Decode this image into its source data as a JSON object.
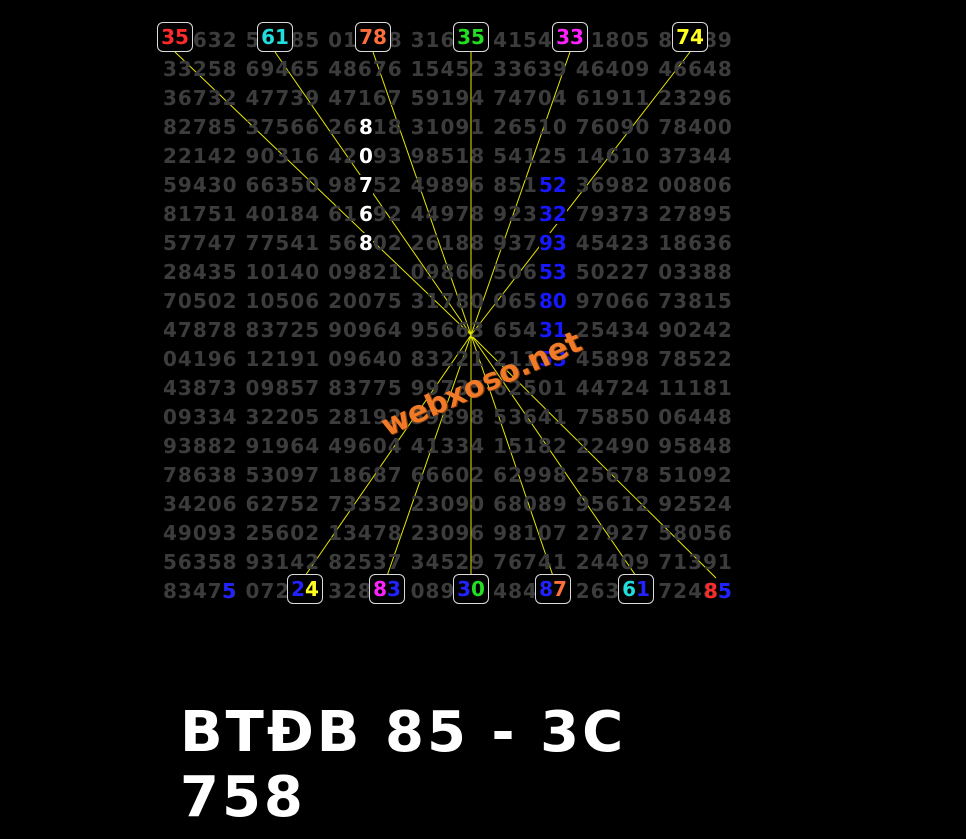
{
  "grid": [
    "39632 58285 01678 31685 41543 81805 81589",
    "33258 69465 48676 15452 33639 46409 46648",
    "36732 47739 47167 59194 74704 61911 23296",
    "82785 37566 26818 31091 26510 76090 78400",
    "22142 90316 42093 98518 54125 14610 37344",
    "59430 66350 98752 49896 85152 36982 00806",
    "81751 40184 61692 44978 92332 79373 27895",
    "57747 77541 56802 26188 93793 45423 18636",
    "28435 10140 09821 09866 50653 50227 03388",
    "70502 10506 20075 31780 06580 97066 73815",
    "47878 83725 90964 95663 65431 25434 90242",
    "04196 12191 09640 83221 21153 45898 78522",
    "43873 09857 83775 99735 62501 44724 11181",
    "09334 32205 28192 59898 53641 75850 06448",
    "93882 91964 49604 41334 15182 22490 95848",
    "78638 53097 18687 66602 62998 25678 51092",
    "34206 62752 73352 23090 68089 95612 92524",
    "49093 25602 13478 23096 98107 27927 58056",
    "56358 93142 82537 34529 76741 24409 71391",
    "83475 07224 32883 08930 48487 26361 72485"
  ],
  "top_boxes": [
    {
      "d1": "3",
      "c1": "#ff2a2a",
      "d2": "5",
      "c2": "#ff2a2a"
    },
    {
      "d1": "6",
      "c1": "#22dddd",
      "d2": "1",
      "c2": "#22dddd"
    },
    {
      "d1": "7",
      "c1": "#ff6f3c",
      "d2": "8",
      "c2": "#ff6f3c"
    },
    {
      "d1": "3",
      "c1": "#22dd22",
      "d2": "5",
      "c2": "#22dd22"
    },
    {
      "d1": "3",
      "c1": "#ff22ff",
      "d2": "3",
      "c2": "#ff22ff"
    },
    {
      "d1": "7",
      "c1": "#ffff22",
      "d2": "4",
      "c2": "#ffff22"
    }
  ],
  "bottom_boxes": [
    {
      "d1": "2",
      "c1": "#2222ff",
      "d2": "4",
      "c2": "#ffff22"
    },
    {
      "d1": "8",
      "c1": "#ff22ff",
      "d2": "3",
      "c2": "#2222ff"
    },
    {
      "d1": "3",
      "c1": "#2222ff",
      "d2": "0",
      "c2": "#22dd22"
    },
    {
      "d1": "8",
      "c1": "#2222ff",
      "d2": "7",
      "c2": "#ff6f3c"
    },
    {
      "d1": "6",
      "c1": "#22dddd",
      "d2": "1",
      "c2": "#2222ff"
    }
  ],
  "bottom_extra": {
    "d1": "8",
    "c1": "#ff2a2a",
    "d2": "5",
    "c2": "#2222ff"
  },
  "bottom_left_digit": {
    "d": "5",
    "c": "#2222ff"
  },
  "white_column": [
    "8",
    "0",
    "7",
    "6",
    "8"
  ],
  "blue_column": [
    "52",
    "32",
    "93",
    "53",
    "80",
    "31",
    "53"
  ],
  "watermark": "webxoso.net",
  "caption": "BTĐB 85 - 3C 758"
}
